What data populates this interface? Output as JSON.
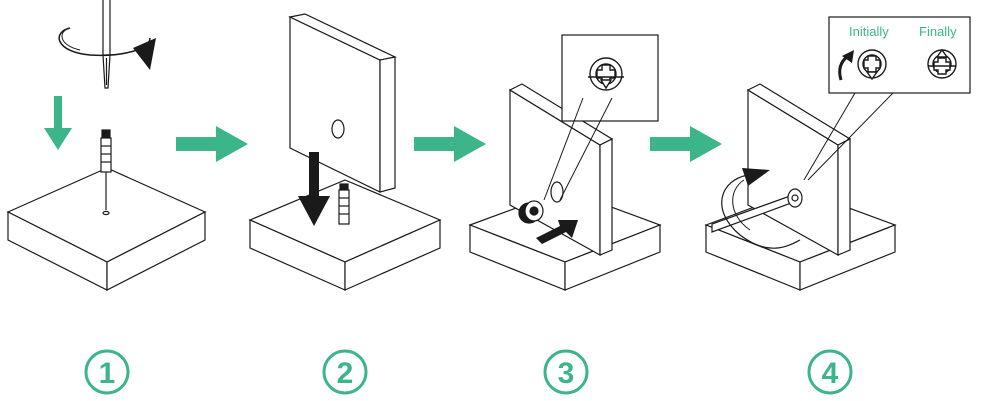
{
  "accent_color": "#3db58a",
  "line_color": "#1a1a1a",
  "steps": [
    {
      "number": "1"
    },
    {
      "number": "2"
    },
    {
      "number": "3"
    },
    {
      "number": "4"
    }
  ],
  "callout": {
    "initially_label": "Initially",
    "finally_label": "Finally"
  }
}
